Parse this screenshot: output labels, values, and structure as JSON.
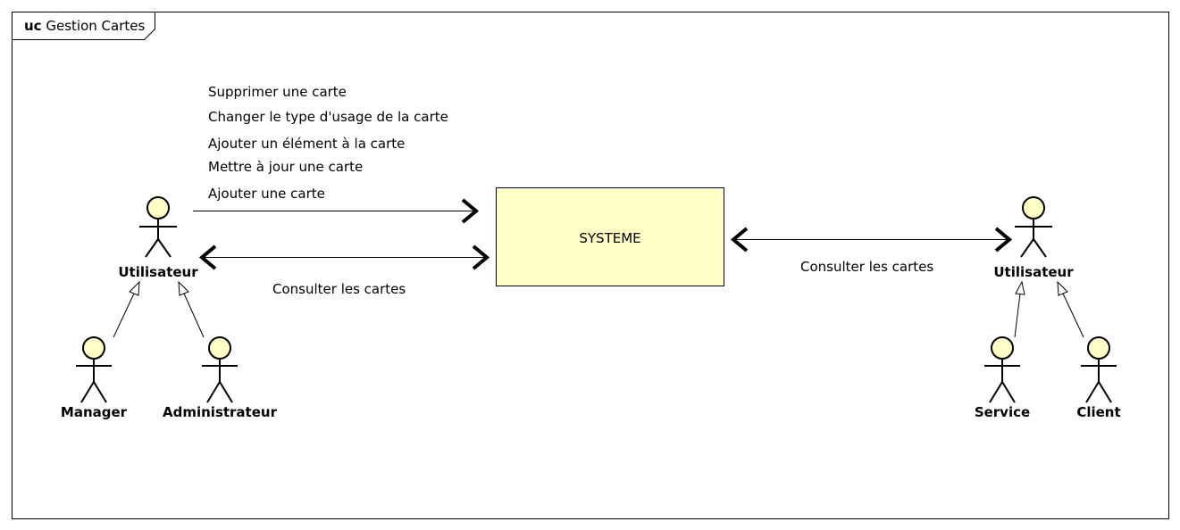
{
  "frame": {
    "keyword": "uc",
    "name": "Gestion Cartes"
  },
  "system": {
    "label": "SYSTEME",
    "fill": "#FFFFC6",
    "stroke": "#000000"
  },
  "actor_style": {
    "head_fill": "#FFFFC6",
    "stroke": "#000000"
  },
  "actors": {
    "left_user": "Utilisateur",
    "manager": "Manager",
    "admin": "Administrateur",
    "right_user": "Utilisateur",
    "service": "Service",
    "client": "Client"
  },
  "messages": {
    "supprimer": "Supprimer une carte",
    "changer": "Changer le type d'usage de la carte",
    "ajouter_element": "Ajouter un élément à la carte",
    "mettre_a_jour": "Mettre à jour une carte",
    "ajouter": "Ajouter une carte",
    "consulter_left": "Consulter les cartes",
    "consulter_right": "Consulter les cartes"
  }
}
